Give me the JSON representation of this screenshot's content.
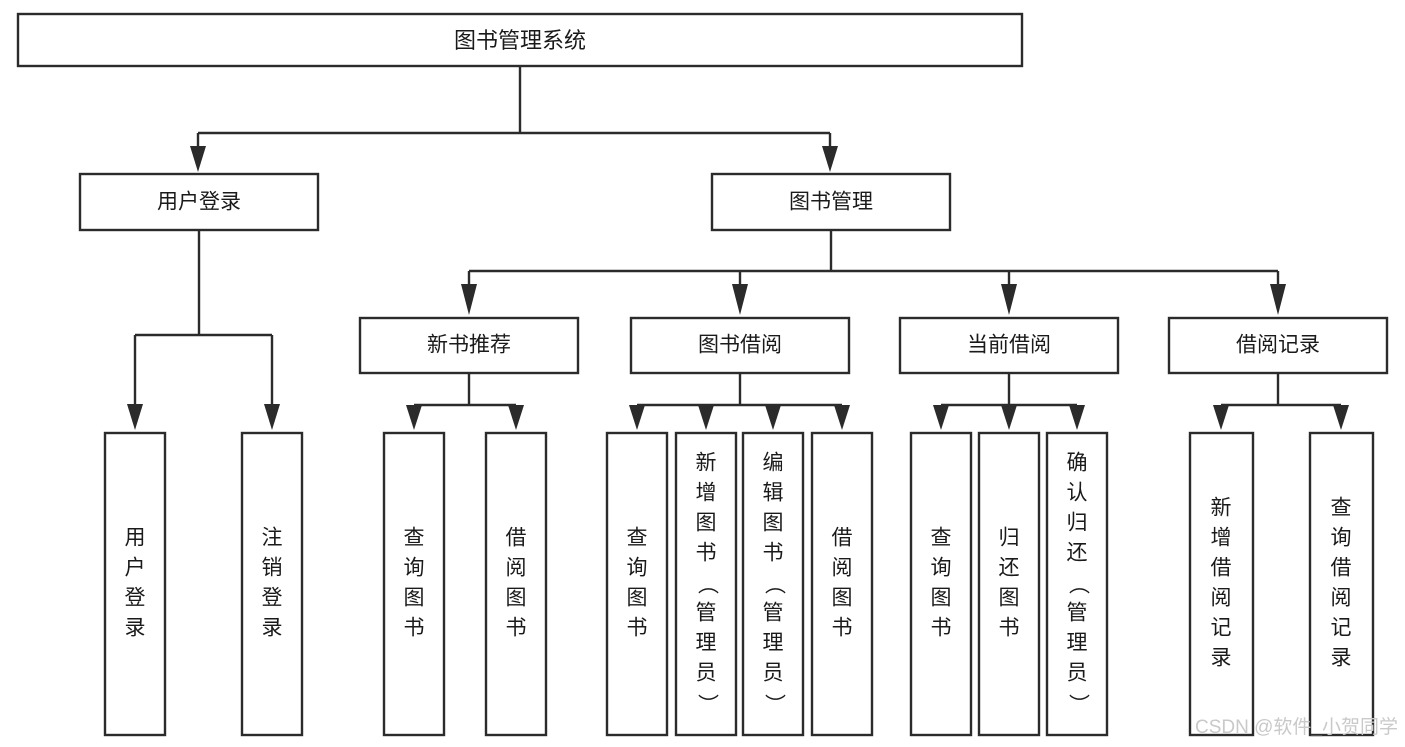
{
  "diagram": {
    "title": "图书管理系统",
    "type": "tree-hierarchy-chart",
    "background_color": "#ffffff",
    "line_color": "#2b2b2b",
    "text_color": "#1a1a1a"
  },
  "root": {
    "label": "图书管理系统"
  },
  "level2": [
    {
      "id": "user-login",
      "label": "用户登录"
    },
    {
      "id": "book-manage",
      "label": "图书管理"
    }
  ],
  "level3": [
    {
      "id": "new-book-recommend",
      "label": "新书推荐",
      "parent": "book-manage"
    },
    {
      "id": "book-borrow",
      "label": "图书借阅",
      "parent": "book-manage"
    },
    {
      "id": "current-borrow",
      "label": "当前借阅",
      "parent": "book-manage"
    },
    {
      "id": "borrow-record",
      "label": "借阅记录",
      "parent": "book-manage"
    }
  ],
  "leaves": {
    "user-login": [
      {
        "id": "leaf-user-login",
        "label": "用户登录"
      },
      {
        "id": "leaf-user-logout",
        "label": "注销登录"
      }
    ],
    "new-book-recommend": [
      {
        "id": "leaf-query-book-1",
        "label": "查询图书"
      },
      {
        "id": "leaf-borrow-book-1",
        "label": "借阅图书"
      }
    ],
    "book-borrow": [
      {
        "id": "leaf-query-book-2",
        "label": "查询图书"
      },
      {
        "id": "leaf-add-book",
        "label": "新增图书（管理员）"
      },
      {
        "id": "leaf-edit-book",
        "label": "编辑图书（管理员）"
      },
      {
        "id": "leaf-borrow-book-2",
        "label": "借阅图书"
      }
    ],
    "current-borrow": [
      {
        "id": "leaf-query-book-3",
        "label": "查询图书"
      },
      {
        "id": "leaf-return-book",
        "label": "归还图书"
      },
      {
        "id": "leaf-confirm-return",
        "label": "确认归还（管理员）"
      }
    ],
    "borrow-record": [
      {
        "id": "leaf-add-record",
        "label": "新增借阅记录"
      },
      {
        "id": "leaf-query-record",
        "label": "查询借阅记录"
      }
    ]
  },
  "watermark": {
    "text": "CSDN @软件_小贺同学"
  }
}
